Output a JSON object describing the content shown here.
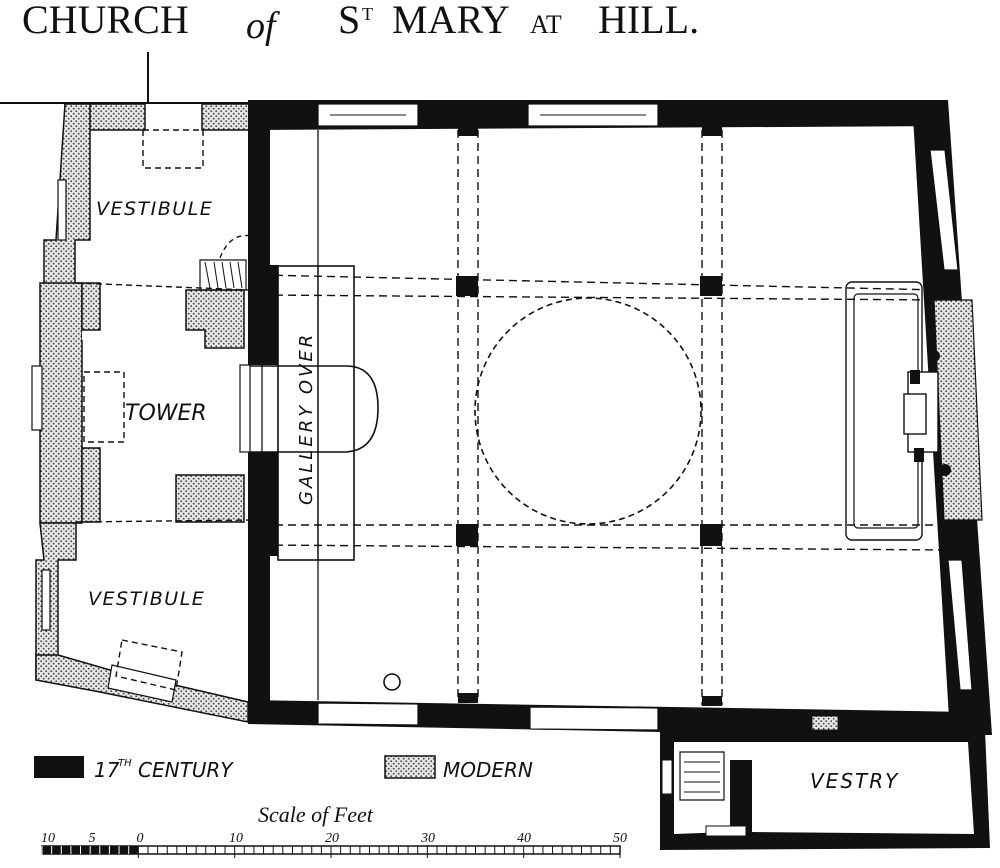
{
  "title": {
    "word1": "CHURCH",
    "of": "of",
    "saint": "S",
    "saint_sup": "T",
    "word2": "MARY",
    "at": "AT",
    "word3": "HILL."
  },
  "rooms": {
    "vestibule_north": "VESTIBULE",
    "tower": "TOWER",
    "vestibule_south": "VESTIBULE",
    "gallery": "GALLERY OVER",
    "vestry": "VESTRY"
  },
  "legend": {
    "century": "17",
    "century_sup": "TH",
    "century_label": "CENTURY",
    "modern_label": "MODERN"
  },
  "scale": {
    "title": "Scale of Feet",
    "ticks": [
      "10",
      "5",
      "0",
      "10",
      "20",
      "30",
      "40",
      "50"
    ]
  },
  "colors": {
    "ink": "#111111",
    "modern_fill": "#bdbdbd"
  }
}
